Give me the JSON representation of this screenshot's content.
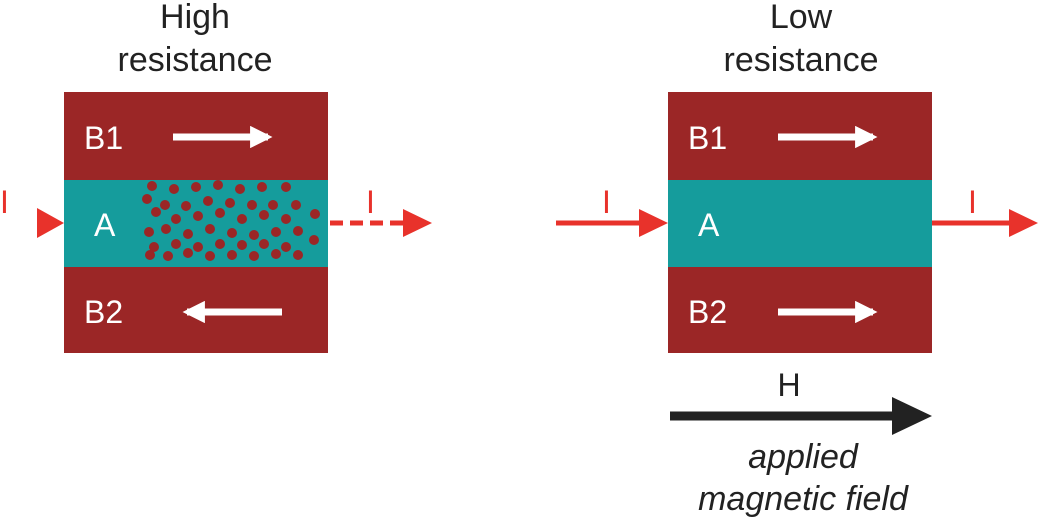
{
  "left_panel": {
    "title_line1": "High",
    "title_line2": "resistance",
    "layer_top": "B1",
    "layer_middle": "A",
    "layer_bottom": "B2",
    "current_in": "I",
    "current_out": "I",
    "magnetization_top": "right",
    "magnetization_bottom": "left"
  },
  "right_panel": {
    "title_line1": "Low",
    "title_line2": "resistance",
    "layer_top": "B1",
    "layer_middle": "A",
    "layer_bottom": "B2",
    "current_in": "I",
    "current_out": "I",
    "magnetization_top": "right",
    "magnetization_bottom": "right"
  },
  "field": {
    "symbol": "H",
    "caption_line1": "applied",
    "caption_line2": "magnetic field"
  },
  "colors": {
    "ferromagnet": "#9b2626",
    "spacer": "#159c9c",
    "current": "#e8322b",
    "magnetization_arrow": "#ffffff",
    "field_arrow": "#222222",
    "scatter_dots": "#9b2626"
  }
}
